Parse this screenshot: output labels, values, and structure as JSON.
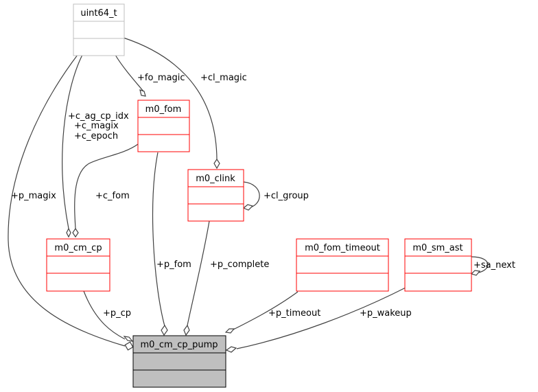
{
  "diagram": {
    "title": "Collaboration diagram for m0_cm_cp_pump",
    "colors": {
      "main_fill": "#bfbfbf",
      "main_border": "#000000",
      "struct_border": "#ff0000",
      "external_border": "#bfbfbf",
      "edge": "#404040"
    },
    "nodes": {
      "uint64_t": {
        "name": "uint64_t"
      },
      "m0_fom": {
        "name": "m0_fom"
      },
      "m0_clink": {
        "name": "m0_clink"
      },
      "m0_cm_cp": {
        "name": "m0_cm_cp"
      },
      "m0_fom_timeout": {
        "name": "m0_fom_timeout"
      },
      "m0_sm_ast": {
        "name": "m0_sm_ast"
      },
      "m0_cm_cp_pump": {
        "name": "m0_cm_cp_pump"
      }
    },
    "edges": {
      "fo_magic": {
        "label": "+fo_magic",
        "from": "uint64_t",
        "to": "m0_fom"
      },
      "cl_magic": {
        "label": "+cl_magic",
        "from": "uint64_t",
        "to": "m0_clink"
      },
      "c_fields": {
        "labels": [
          "+c_ag_cp_idx",
          "+c_magix",
          "+c_epoch"
        ],
        "from": "uint64_t",
        "to": "m0_cm_cp"
      },
      "p_magix": {
        "label": "+p_magix",
        "from": "uint64_t",
        "to": "m0_cm_cp_pump"
      },
      "c_fom": {
        "label": "+c_fom",
        "from": "m0_fom",
        "to": "m0_cm_cp"
      },
      "cl_group": {
        "label": "+cl_group",
        "from": "m0_clink",
        "to": "m0_clink"
      },
      "p_fom": {
        "label": "+p_fom",
        "from": "m0_fom",
        "to": "m0_cm_cp_pump"
      },
      "p_complete": {
        "label": "+p_complete",
        "from": "m0_clink",
        "to": "m0_cm_cp_pump"
      },
      "p_cp": {
        "label": "+p_cp",
        "from": "m0_cm_cp",
        "to": "m0_cm_cp_pump"
      },
      "p_timeout": {
        "label": "+p_timeout",
        "from": "m0_fom_timeout",
        "to": "m0_cm_cp_pump"
      },
      "sa_next": {
        "label": "+sa_next",
        "from": "m0_sm_ast",
        "to": "m0_sm_ast"
      },
      "p_wakeup": {
        "label": "+p_wakeup",
        "from": "m0_sm_ast",
        "to": "m0_cm_cp_pump"
      }
    }
  }
}
